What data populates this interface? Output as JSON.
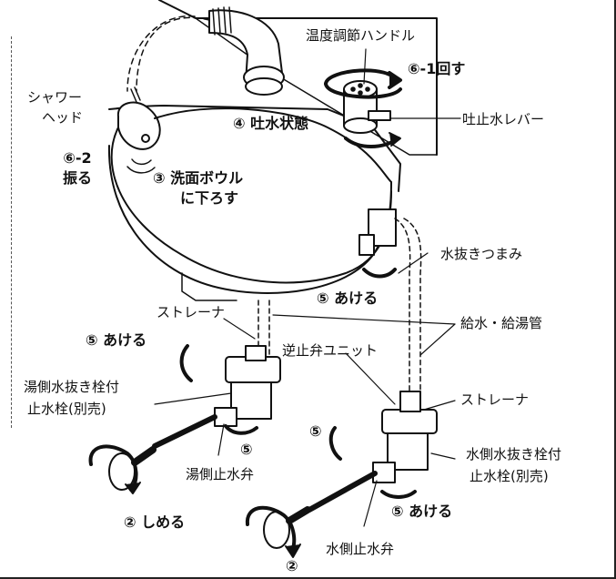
{
  "labels": {
    "temp_handle": "温度調節ハンドル",
    "step6_1": "⑥-1回す",
    "shower_head_l1": "シャワー",
    "shower_head_l2": "ヘッド",
    "step4": "④ 吐水状態",
    "lever": "吐止水レバー",
    "step6_2_l1": "⑥-2",
    "step6_2_l2": "振る",
    "step3_l1": "③ 洗面ボウル",
    "step3_l2": "に下ろす",
    "drain_knob": "水抜きつまみ",
    "step5_open_center": "⑤ あける",
    "strainer_left": "ストレーナ",
    "supply_pipes": "給水・給湯管",
    "step5_open_left": "⑤ あける",
    "check_valve": "逆止弁ユニット",
    "hot_valve_l1": "湯側水抜き栓付",
    "hot_valve_l2": "止水栓(別売)",
    "strainer_right": "ストレーナ",
    "step5_left_small": "⑤",
    "step5_right_small": "⑤",
    "cold_valve_l1": "水側水抜き栓付",
    "cold_valve_l2": "止水栓(別売)",
    "hot_stop": "湯側止水弁",
    "step2_close": "② しめる",
    "step5_open_right": "⑤ あける",
    "cold_stop": "水側止水弁",
    "step2_bottom": "②"
  }
}
